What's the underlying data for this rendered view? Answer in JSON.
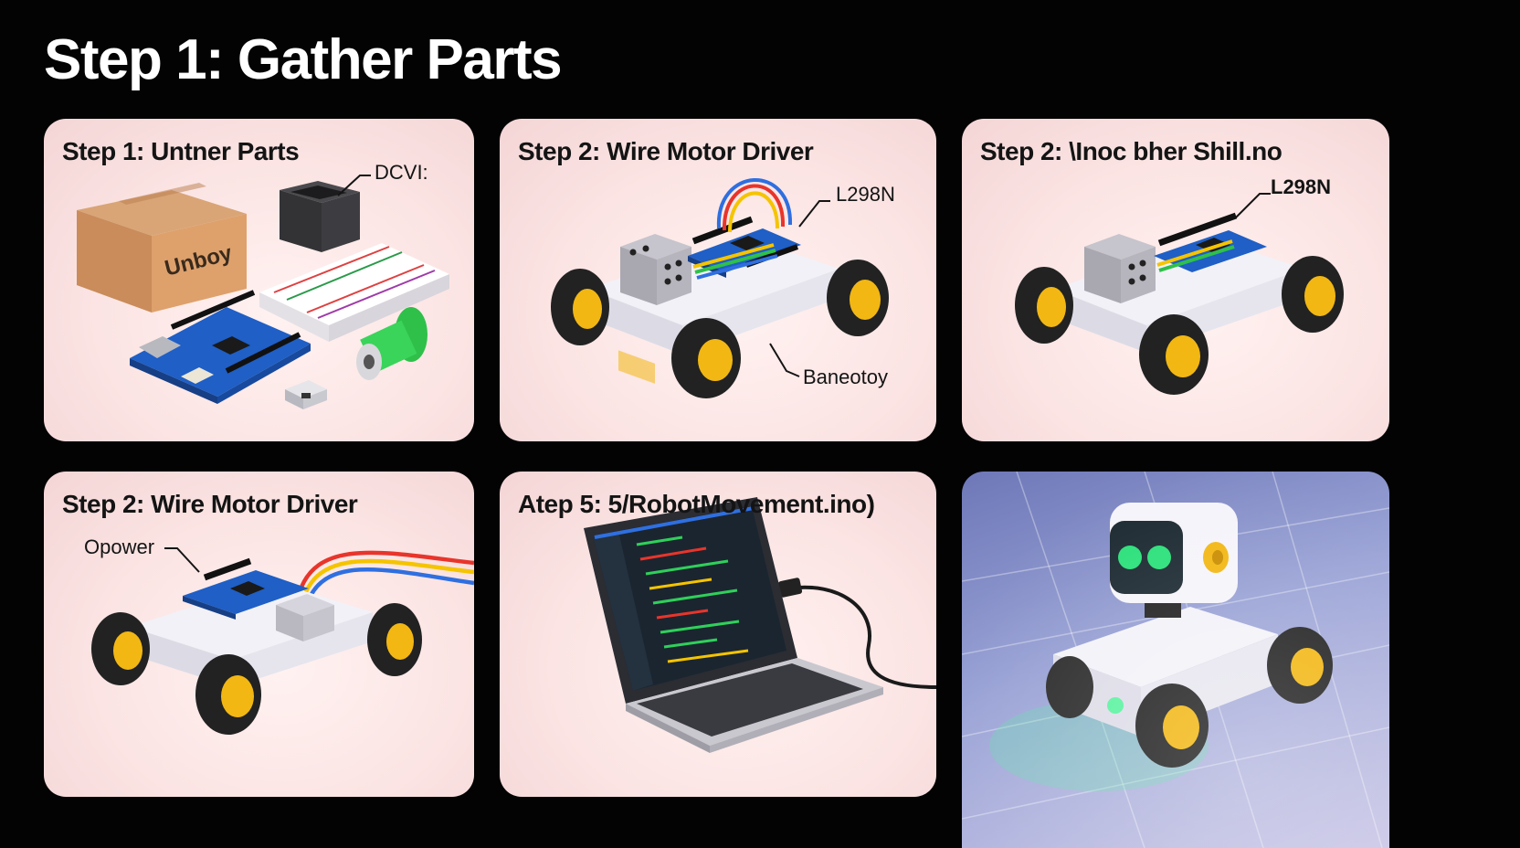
{
  "title": "Step 1: Gather Parts",
  "panels": [
    {
      "title": "Step 1: Untner Parts",
      "callouts": [
        "DCVI:",
        "Unboy"
      ]
    },
    {
      "title": "Step 2: Wire Motor Driver",
      "callouts": [
        "L298N",
        "Baneotoy"
      ]
    },
    {
      "title": "Step 2: \\Inoc bher Shill.no",
      "callouts": [
        "L298N"
      ]
    },
    {
      "title": "Step 2: Wire Motor Driver",
      "callouts": [
        "Opower"
      ]
    },
    {
      "title": "Atep 5: 5/RobotMovement.ino)",
      "callouts": []
    },
    {
      "title": "",
      "callouts": []
    }
  ],
  "colors": {
    "background": "#030303",
    "panel": "#fbe4e3",
    "chassis": "#ecebf2",
    "board": "#1f5fc6",
    "wheel_hub": "#f2b713",
    "tire": "#222222",
    "wire_red": "#e8352b",
    "wire_yellow": "#f5c400",
    "wire_blue": "#2f6fe0",
    "eye_green": "#2be07a"
  }
}
